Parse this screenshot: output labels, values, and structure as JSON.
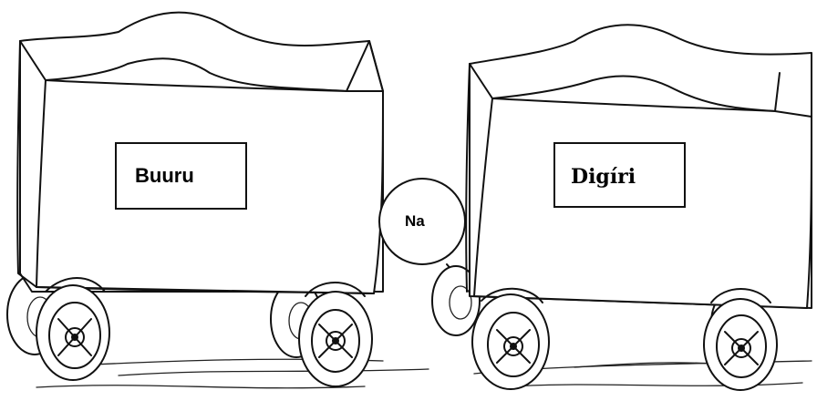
{
  "cards": {
    "left_word": "Buuru",
    "connector_word": "Na",
    "right_word": "Digíri"
  }
}
